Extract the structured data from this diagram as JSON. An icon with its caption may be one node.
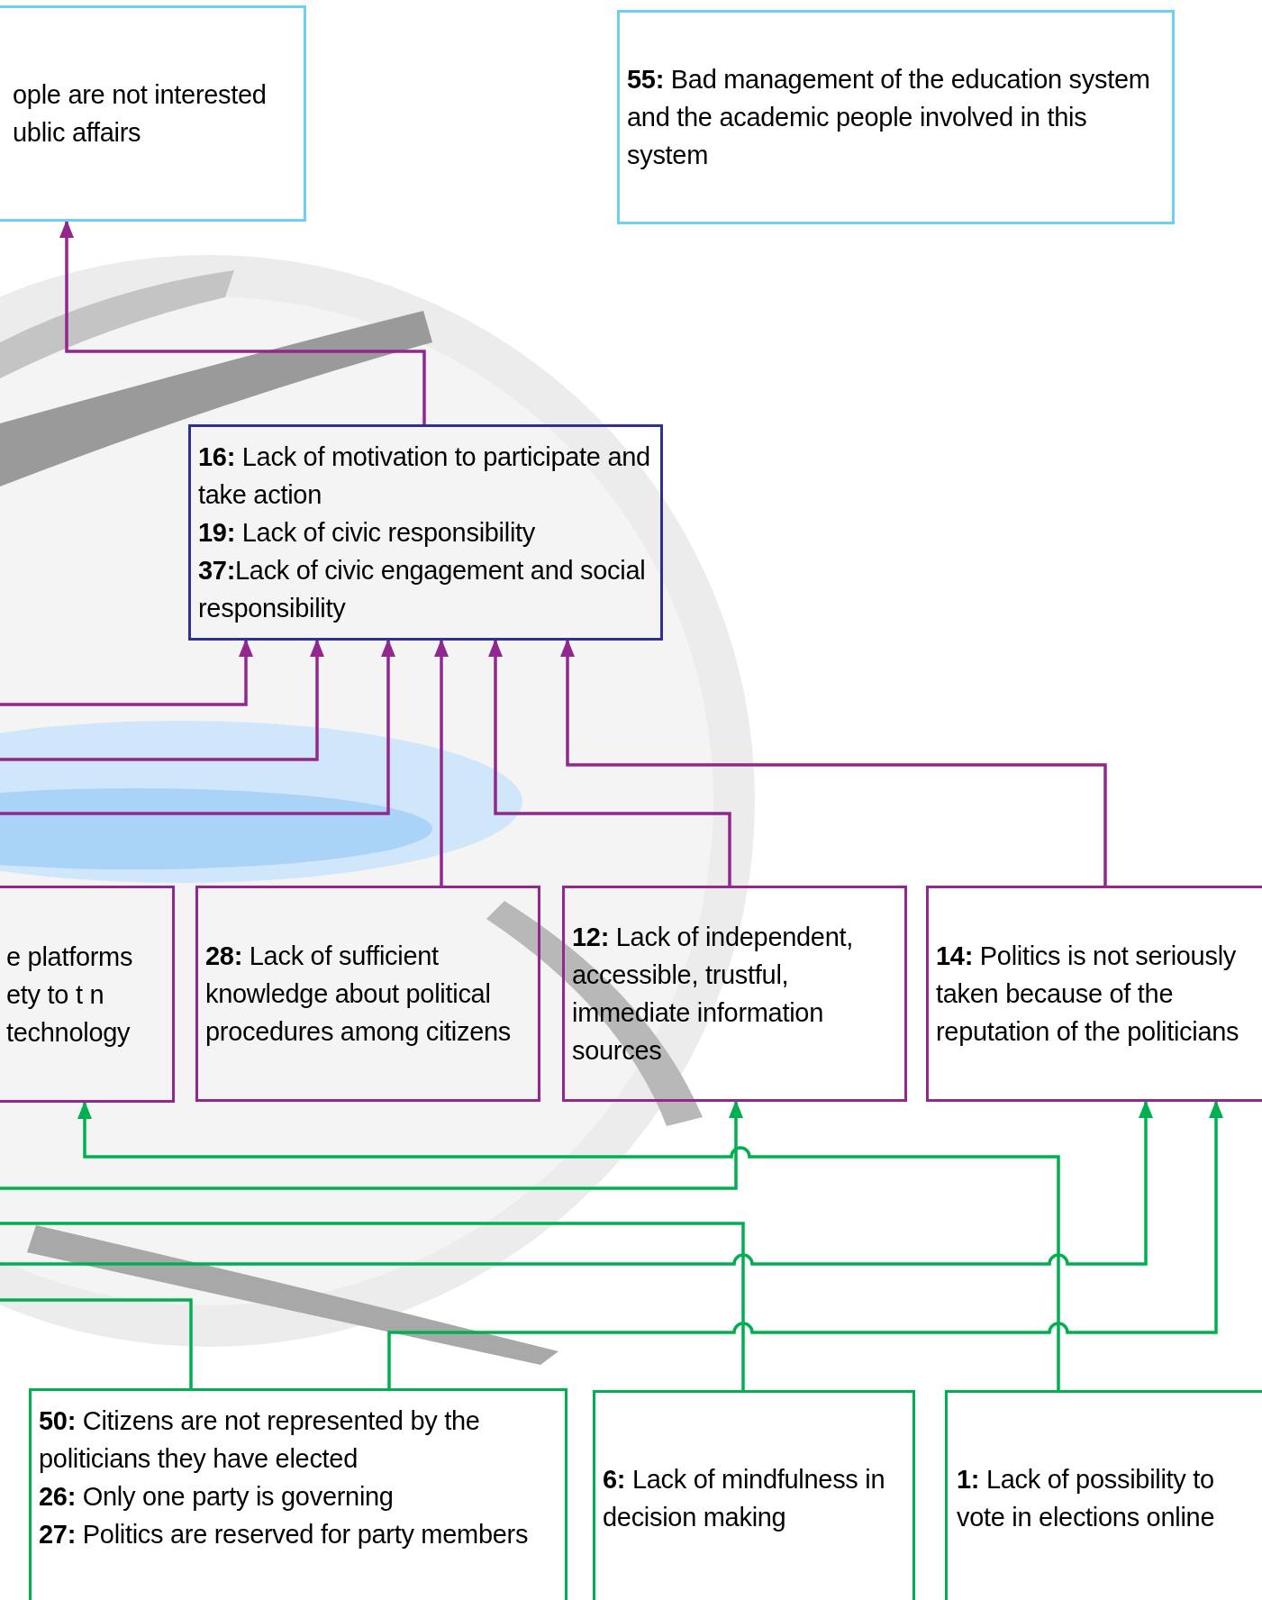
{
  "diagram": {
    "nodes": [
      {
        "text": [
          "ople are not interested ublic affairs"
        ]
      },
      {
        "text": [
          "**55:** Bad management of the education system and the academic people involved in this system"
        ]
      },
      {
        "text": [
          "**16:** Lack of motivation to participate and take action",
          "**19:** Lack of civic responsibility",
          "**37:**Lack of civic engagement and social responsibility"
        ]
      },
      {
        "text": [
          "e platforms ety to t n technology"
        ]
      },
      {
        "text": [
          "**28:** Lack of sufficient knowledge about political procedures among citizens"
        ]
      },
      {
        "text": [
          "**12:** Lack of independent, accessible, trustful, immediate information sources"
        ]
      },
      {
        "text": [
          "**14:** Politics is not seriously taken because of the reputation of the politicians"
        ]
      },
      {
        "text": [
          "**50:** Citizens are not represented by the politicians they have elected",
          "**26:** Only one party is governing",
          "**27:** Politics are reserved for party members"
        ]
      },
      {
        "text": [
          "**6:** Lack of mindfulness in decision making"
        ]
      },
      {
        "text": [
          "**1:** Lack of possibility to vote in elections online"
        ]
      }
    ],
    "edges": [
      {
        "from": 2,
        "to": 0,
        "arrow": "to"
      },
      {
        "from": null,
        "to": 2,
        "arrow": "to"
      },
      {
        "from": null,
        "to": 2,
        "arrow": "to"
      },
      {
        "from": null,
        "to": 2,
        "arrow": "to"
      },
      {
        "from": 4,
        "to": 2,
        "arrow": "to"
      },
      {
        "from": 5,
        "to": 2,
        "arrow": "to"
      },
      {
        "from": 6,
        "to": 2,
        "arrow": "to"
      },
      {
        "from": 9,
        "to": 3,
        "arrow": "to",
        "color": "#00b050"
      },
      {
        "from": null,
        "to": 5,
        "arrow": "to",
        "color": "#00b050"
      },
      {
        "from": 8,
        "to": null,
        "arrow": "none",
        "color": "#00b050"
      },
      {
        "from": null,
        "to": 6,
        "arrow": "to",
        "color": "#00b050"
      },
      {
        "from": 7,
        "to": 6,
        "arrow": "to",
        "color": "#00b050"
      },
      {
        "from": 7,
        "to": null,
        "arrow": "none",
        "color": "#00b050"
      }
    ]
  }
}
